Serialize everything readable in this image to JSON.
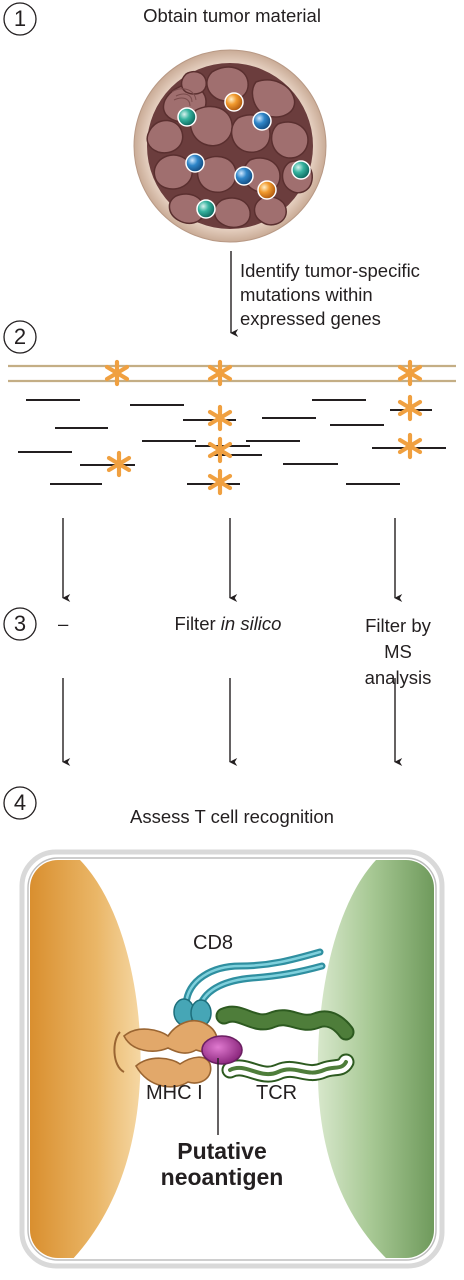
{
  "steps": [
    "1",
    "2",
    "3",
    "4"
  ],
  "step1": {
    "title": "Obtain tumor material"
  },
  "step2": {
    "arrow_label": "Identify tumor-specific\nmutations within\nexpressed genes"
  },
  "step3": {
    "left_label": "–",
    "middle_prefix": "Filter ",
    "middle_italic": "in silico",
    "right_label": "Filter by\nMS analysis"
  },
  "step4": {
    "title": "Assess T cell recognition",
    "cd8_label": "CD8",
    "mhc_label": "MHC I",
    "tcr_label": "TCR",
    "neoantigen_label": "Putative\nneoantigen"
  },
  "colors": {
    "tumor_cell": "#9a6a6a",
    "membrane": "#c9b48a",
    "mutation": "#f0a040",
    "left_cell": "#e9b25f",
    "right_cell": "#9cc08a",
    "cd8": "#46a6b6",
    "mhc": "#e2a86a",
    "tcr": "#4e7d3a",
    "neoantigen": "#b43fa0"
  }
}
